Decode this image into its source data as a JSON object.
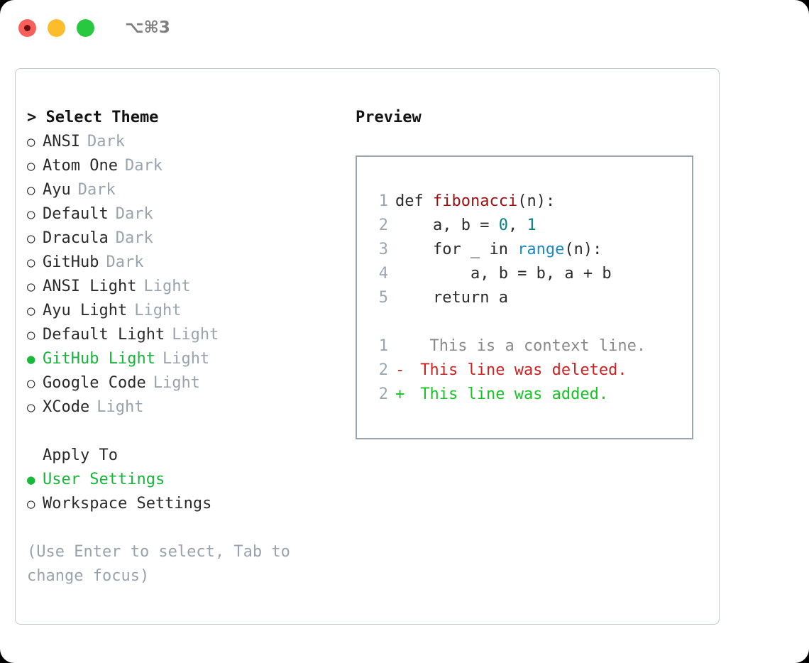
{
  "titlebar": {
    "shortcut": "⌥⌘3",
    "dots": [
      {
        "name": "close",
        "color": "#f9605a"
      },
      {
        "name": "minimize",
        "color": "#fdbc2c"
      },
      {
        "name": "maximize",
        "color": "#28c840"
      }
    ]
  },
  "theme_picker": {
    "heading": "> Select Theme",
    "bullet_unselected": "○",
    "bullet_selected": "●",
    "items": [
      {
        "label": "ANSI",
        "variant": "Dark",
        "selected": false
      },
      {
        "label": "Atom One",
        "variant": "Dark",
        "selected": false
      },
      {
        "label": "Ayu",
        "variant": "Dark",
        "selected": false
      },
      {
        "label": "Default",
        "variant": "Dark",
        "selected": false
      },
      {
        "label": "Dracula",
        "variant": "Dark",
        "selected": false
      },
      {
        "label": "GitHub",
        "variant": "Dark",
        "selected": false
      },
      {
        "label": "ANSI Light",
        "variant": "Light",
        "selected": false
      },
      {
        "label": "Ayu Light",
        "variant": "Light",
        "selected": false
      },
      {
        "label": "Default Light",
        "variant": "Light",
        "selected": false
      },
      {
        "label": "GitHub Light",
        "variant": "Light",
        "selected": true
      },
      {
        "label": "Google Code",
        "variant": "Light",
        "selected": false
      },
      {
        "label": "XCode",
        "variant": "Light",
        "selected": false
      }
    ]
  },
  "apply_to": {
    "heading": "Apply To",
    "items": [
      {
        "label": "User Settings",
        "selected": true
      },
      {
        "label": "Workspace Settings",
        "selected": false
      }
    ]
  },
  "hint": "(Use Enter to select, Tab to change focus)",
  "preview": {
    "title": "Preview",
    "code_lines": [
      {
        "lineno": "1",
        "tokens": [
          {
            "text": "def ",
            "kind": "plain"
          },
          {
            "text": "fibonacci",
            "kind": "fn"
          },
          {
            "text": "(n):",
            "kind": "plain"
          }
        ]
      },
      {
        "lineno": "2",
        "tokens": [
          {
            "text": "    a, b = ",
            "kind": "plain"
          },
          {
            "text": "0",
            "kind": "num"
          },
          {
            "text": ", ",
            "kind": "plain"
          },
          {
            "text": "1",
            "kind": "num"
          }
        ]
      },
      {
        "lineno": "3",
        "tokens": [
          {
            "text": "    for _ in ",
            "kind": "plain"
          },
          {
            "text": "range",
            "kind": "call"
          },
          {
            "text": "(n):",
            "kind": "plain"
          }
        ]
      },
      {
        "lineno": "4",
        "tokens": [
          {
            "text": "        a, b = b, a + b",
            "kind": "plain"
          }
        ]
      },
      {
        "lineno": "5",
        "tokens": [
          {
            "text": "    return a",
            "kind": "plain"
          }
        ]
      }
    ],
    "diff_lines": [
      {
        "lineno": "1",
        "mark": " ",
        "text": "  This is a context line.",
        "kind": "ctx"
      },
      {
        "lineno": "2",
        "mark": "-",
        "text": " This line was deleted.",
        "kind": "del"
      },
      {
        "lineno": "2",
        "mark": "+",
        "text": " This line was added.",
        "kind": "add"
      }
    ]
  },
  "colors": {
    "accent_green": "#17b63a",
    "muted": "#9aa3ad",
    "function": "#9b1010",
    "number": "#0c8080",
    "callable": "#1a8ac0",
    "diff_delete": "#cc2222",
    "diff_add": "#17c424",
    "border": "#c3cad3"
  }
}
